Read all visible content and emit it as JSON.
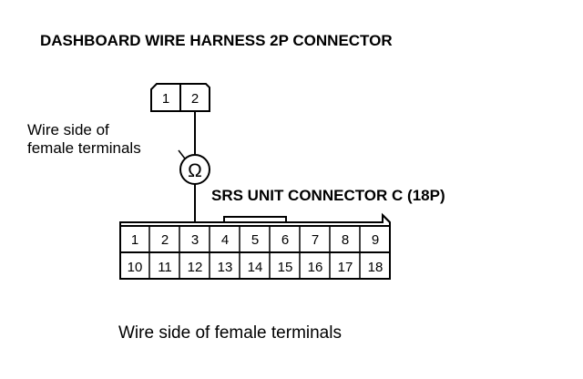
{
  "title": "DASHBOARD WIRE HARNESS 2P CONNECTOR",
  "connector_2p": {
    "pins": [
      "1",
      "2"
    ]
  },
  "side_label_line1": "Wire side of",
  "side_label_line2": "female terminals",
  "meter_symbol": "Ω",
  "srs_label": "SRS UNIT CONNECTOR C (18P)",
  "connector_18p": {
    "top_row": [
      "1",
      "2",
      "3",
      "4",
      "5",
      "6",
      "7",
      "8",
      "9"
    ],
    "bottom_row": [
      "10",
      "11",
      "12",
      "13",
      "14",
      "15",
      "16",
      "17",
      "18"
    ]
  },
  "bottom_caption": "Wire side of female terminals"
}
